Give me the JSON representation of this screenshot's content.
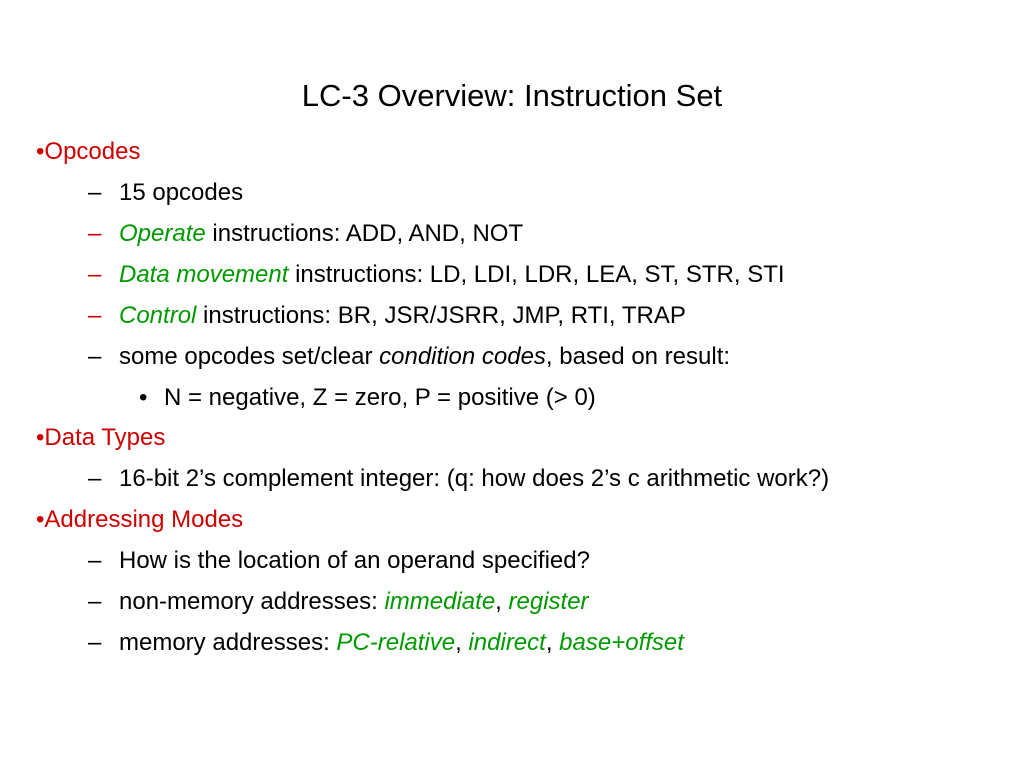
{
  "title": "LC-3 Overview: Instruction Set",
  "colors": {
    "heading": "#cc0000",
    "term": "#009900",
    "text": "#000000"
  },
  "bullets": {
    "l1_marker": "•",
    "l2_marker": "–",
    "l3_marker": "•"
  },
  "sections": [
    {
      "heading": "Opcodes",
      "items": [
        {
          "text": "15 opcodes"
        },
        {
          "term": "Operate",
          "rest": " instructions: ADD, AND, NOT"
        },
        {
          "term": "Data movement",
          "rest": " instructions: LD, LDI, LDR, LEA, ST, STR, STI"
        },
        {
          "term": "Control",
          "rest": " instructions: BR, JSR/JSRR, JMP, RTI, TRAP"
        },
        {
          "pre": "some opcodes set/clear ",
          "term": "condition codes",
          "rest": ", based on result:"
        },
        {
          "text": "N = negative, Z = zero, P = positive (> 0)"
        }
      ]
    },
    {
      "heading": "Data Types",
      "items": [
        {
          "text": "16-bit 2’s complement integer:  (q:  how does 2’s c arithmetic work?)"
        }
      ]
    },
    {
      "heading": "Addressing Modes",
      "items": [
        {
          "text": "How is the location of an operand specified?"
        },
        {
          "pre": "non-memory addresses: ",
          "term1": "immediate",
          "sep1": ", ",
          "term2": "register"
        },
        {
          "pre": "memory addresses: ",
          "term1": "PC-relative",
          "sep1": ", ",
          "term2": "indirect",
          "sep2": ", ",
          "term3": "base+offset"
        }
      ]
    }
  ]
}
